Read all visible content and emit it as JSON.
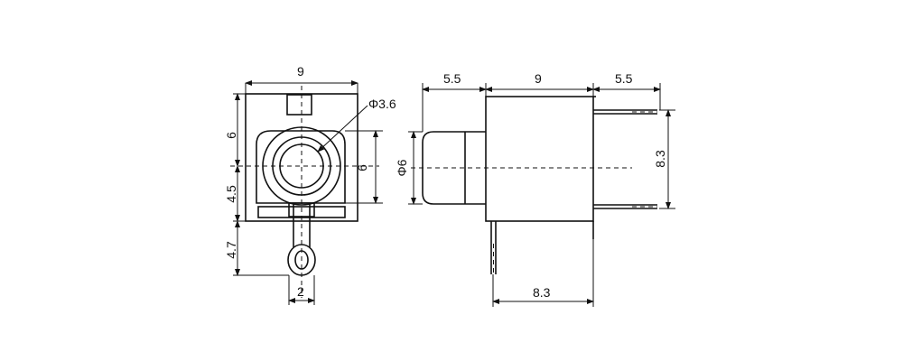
{
  "dimensions": {
    "front_width": "9",
    "front_top_height": "6",
    "front_mid_height": "4.5",
    "front_pin_height": "4.7",
    "front_pin_width": "2",
    "bore_diameter": "Φ3.6",
    "ring_height": "6",
    "side_left": "5.5",
    "side_body": "9",
    "side_right": "5.5",
    "side_height": "8.3",
    "side_bottom": "8.3",
    "barrel_diameter": "Φ6"
  }
}
